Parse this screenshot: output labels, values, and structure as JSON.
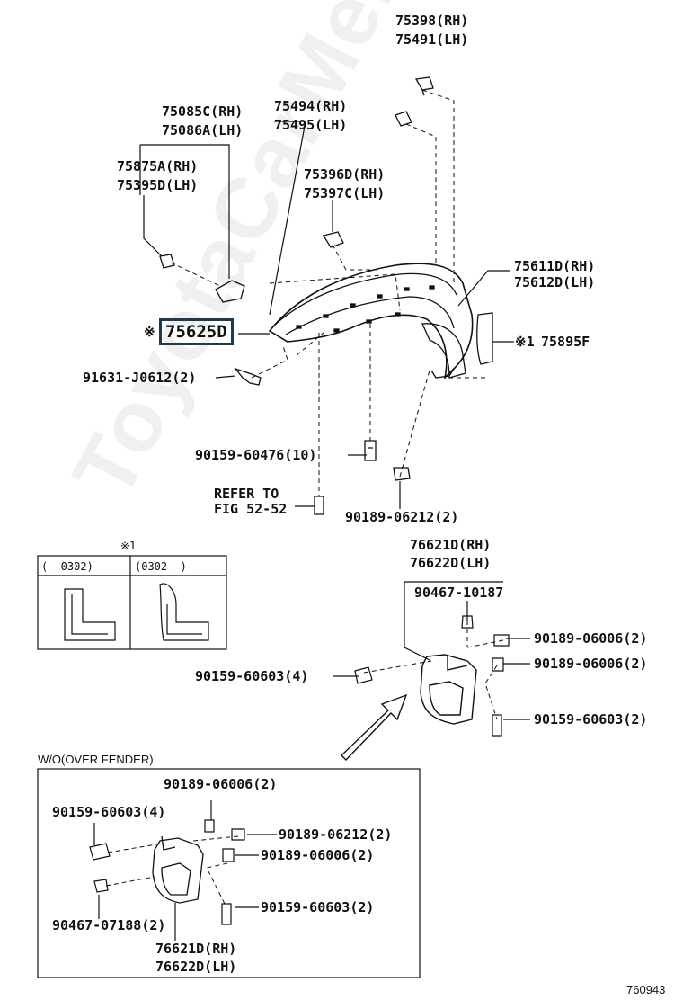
{
  "labels": {
    "p75398": "75398(RH)",
    "p75491": "75491(LH)",
    "p75494": "75494(RH)",
    "p75495": "75495(LH)",
    "p75085": "75085C(RH)",
    "p75086": "75086A(LH)",
    "p75875": "75875A(RH)",
    "p75395": "75395D(LH)",
    "p75396": "75396D(RH)",
    "p75397": "75397C(LH)",
    "p75611": "75611D(RH)",
    "p75612": "75612D(LH)",
    "p75625": "75625D",
    "p75895": "75895F",
    "p91631": "91631-J0612(2)",
    "p90159a": "90159-60476(10)",
    "refer1": "REFER TO",
    "refer2": "FIG 52-52",
    "p90189a": "90189-06212(2)",
    "p76621a": "76621D(RH)",
    "p76622a": "76622D(LH)",
    "p90467a": "90467-10187",
    "p90189b": "90189-06006(2)",
    "p90189c": "90189-06006(2)",
    "p90159b": "90159-60603(4)",
    "p90159c": "90159-60603(2)",
    "wo": "W/O(OVER FENDER)",
    "p90189d": "90189-06006(2)",
    "p90159d": "90159-60603(4)",
    "p90189e": "90189-06212(2)",
    "p90189f": "90189-06006(2)",
    "p90159e": "90159-60603(2)",
    "p90467b": "90467-07188(2)",
    "p76621b": "76621D(RH)",
    "p76622b": "76622D(LH)",
    "note_mark": "※",
    "note_mark1": "※1",
    "table_col1": "(  -0302)",
    "table_col2": "(0302-  )",
    "fig_no": "760943",
    "watermark": "ToyotaCarMe.ru"
  }
}
